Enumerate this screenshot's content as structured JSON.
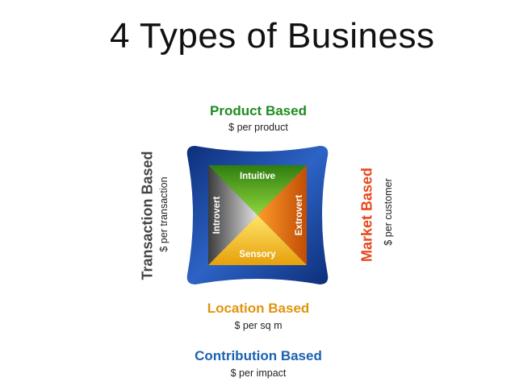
{
  "title": "4 Types of Business",
  "top": {
    "label": "Product Based",
    "sub": "$ per product",
    "color": "#1e8c1e"
  },
  "bottom": {
    "label": "Location Based",
    "sub": "$ per sq m",
    "color": "#e0940e"
  },
  "bottom2": {
    "label": "Contribution Based",
    "sub": "$ per impact",
    "color": "#1a62b0"
  },
  "left": {
    "label": "Transaction Based",
    "sub": "$ per transaction",
    "color": "#444444"
  },
  "right": {
    "label": "Market Based",
    "sub": "$ per customer",
    "color": "#e8461a"
  },
  "quadrants": {
    "top": "Intuitive",
    "bottom": "Sensory",
    "left": "Introvert",
    "right": "Extrovert"
  },
  "colors": {
    "frame": "#1f4fa8",
    "green": "#55b01e",
    "orange": "#f07a10",
    "gray": "#9a9a9a",
    "yellow": "#f6c21a"
  }
}
